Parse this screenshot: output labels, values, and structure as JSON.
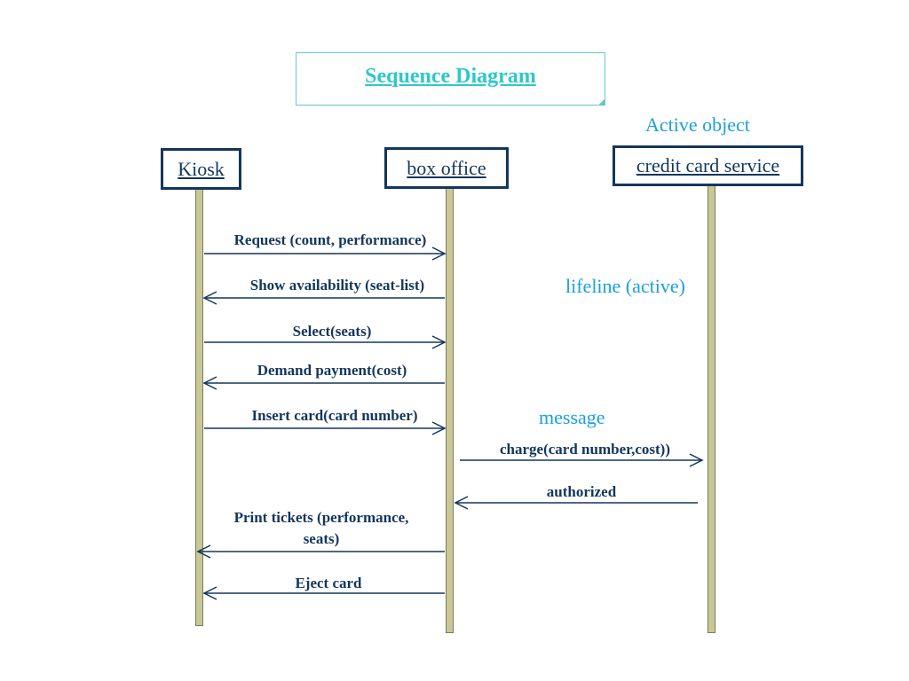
{
  "diagram": {
    "title": "Sequence Diagram",
    "objects": [
      {
        "id": "kiosk",
        "label": "Kiosk"
      },
      {
        "id": "box_office",
        "label": "box office"
      },
      {
        "id": "credit_card_service",
        "label": "credit card service"
      }
    ],
    "annotations": {
      "active_object": "Active object",
      "lifeline": "lifeline (active)",
      "message": "message"
    },
    "messages": [
      {
        "label": "Request (count, performance)",
        "from": "kiosk",
        "to": "box_office"
      },
      {
        "label": "Show availability (seat-list)",
        "from": "box_office",
        "to": "kiosk"
      },
      {
        "label": "Select(seats)",
        "from": "kiosk",
        "to": "box_office"
      },
      {
        "label": "Demand payment(cost)",
        "from": "box_office",
        "to": "kiosk"
      },
      {
        "label": "Insert card(card number)",
        "from": "kiosk",
        "to": "box_office"
      },
      {
        "label": "charge(card number,cost))",
        "from": "box_office",
        "to": "credit_card_service"
      },
      {
        "label": "authorized",
        "from": "credit_card_service",
        "to": "box_office"
      },
      {
        "label_line1": "Print tickets (performance,",
        "label_line2": "seats)",
        "from": "box_office",
        "to": "kiosk"
      },
      {
        "label": "Eject card",
        "from": "box_office",
        "to": "kiosk"
      }
    ],
    "colors": {
      "title": "#2ec8c8",
      "object_border": "#14365c",
      "lifeline_fill": "#c8c896",
      "annotation": "#1aa0e0"
    }
  }
}
